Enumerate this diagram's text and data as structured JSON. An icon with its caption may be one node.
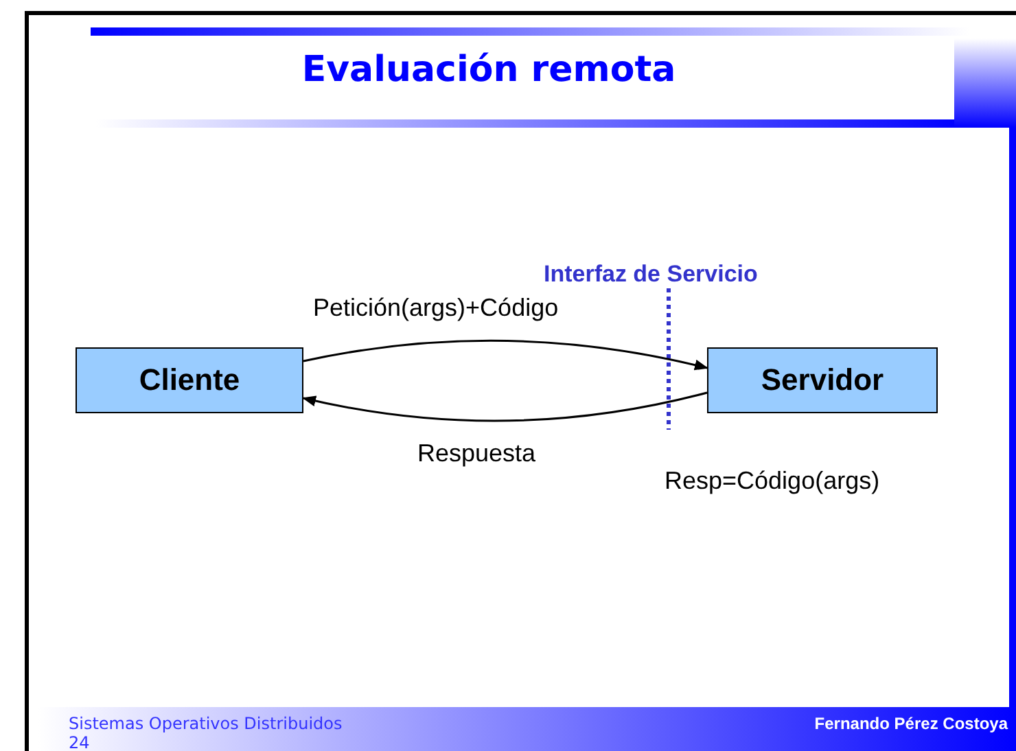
{
  "diagram": {
    "title": "Evaluación remota",
    "nodes": [
      {
        "text": [
          "Cliente"
        ]
      },
      {
        "text": [
          "Servidor"
        ],
        "beside": [
          "Resp=Código(args)"
        ]
      }
    ],
    "edges": [
      {
        "from": 0,
        "to": 1,
        "arrow": "to",
        "label": "Petición(args)+Código"
      },
      {
        "from": 1,
        "to": 0,
        "arrow": "to",
        "label": "Respuesta"
      }
    ],
    "labels": [
      "Interfaz de Servicio",
      "Sistemas Operativos Distribuidos",
      "24",
      "Fernando Pérez Costoya"
    ]
  }
}
